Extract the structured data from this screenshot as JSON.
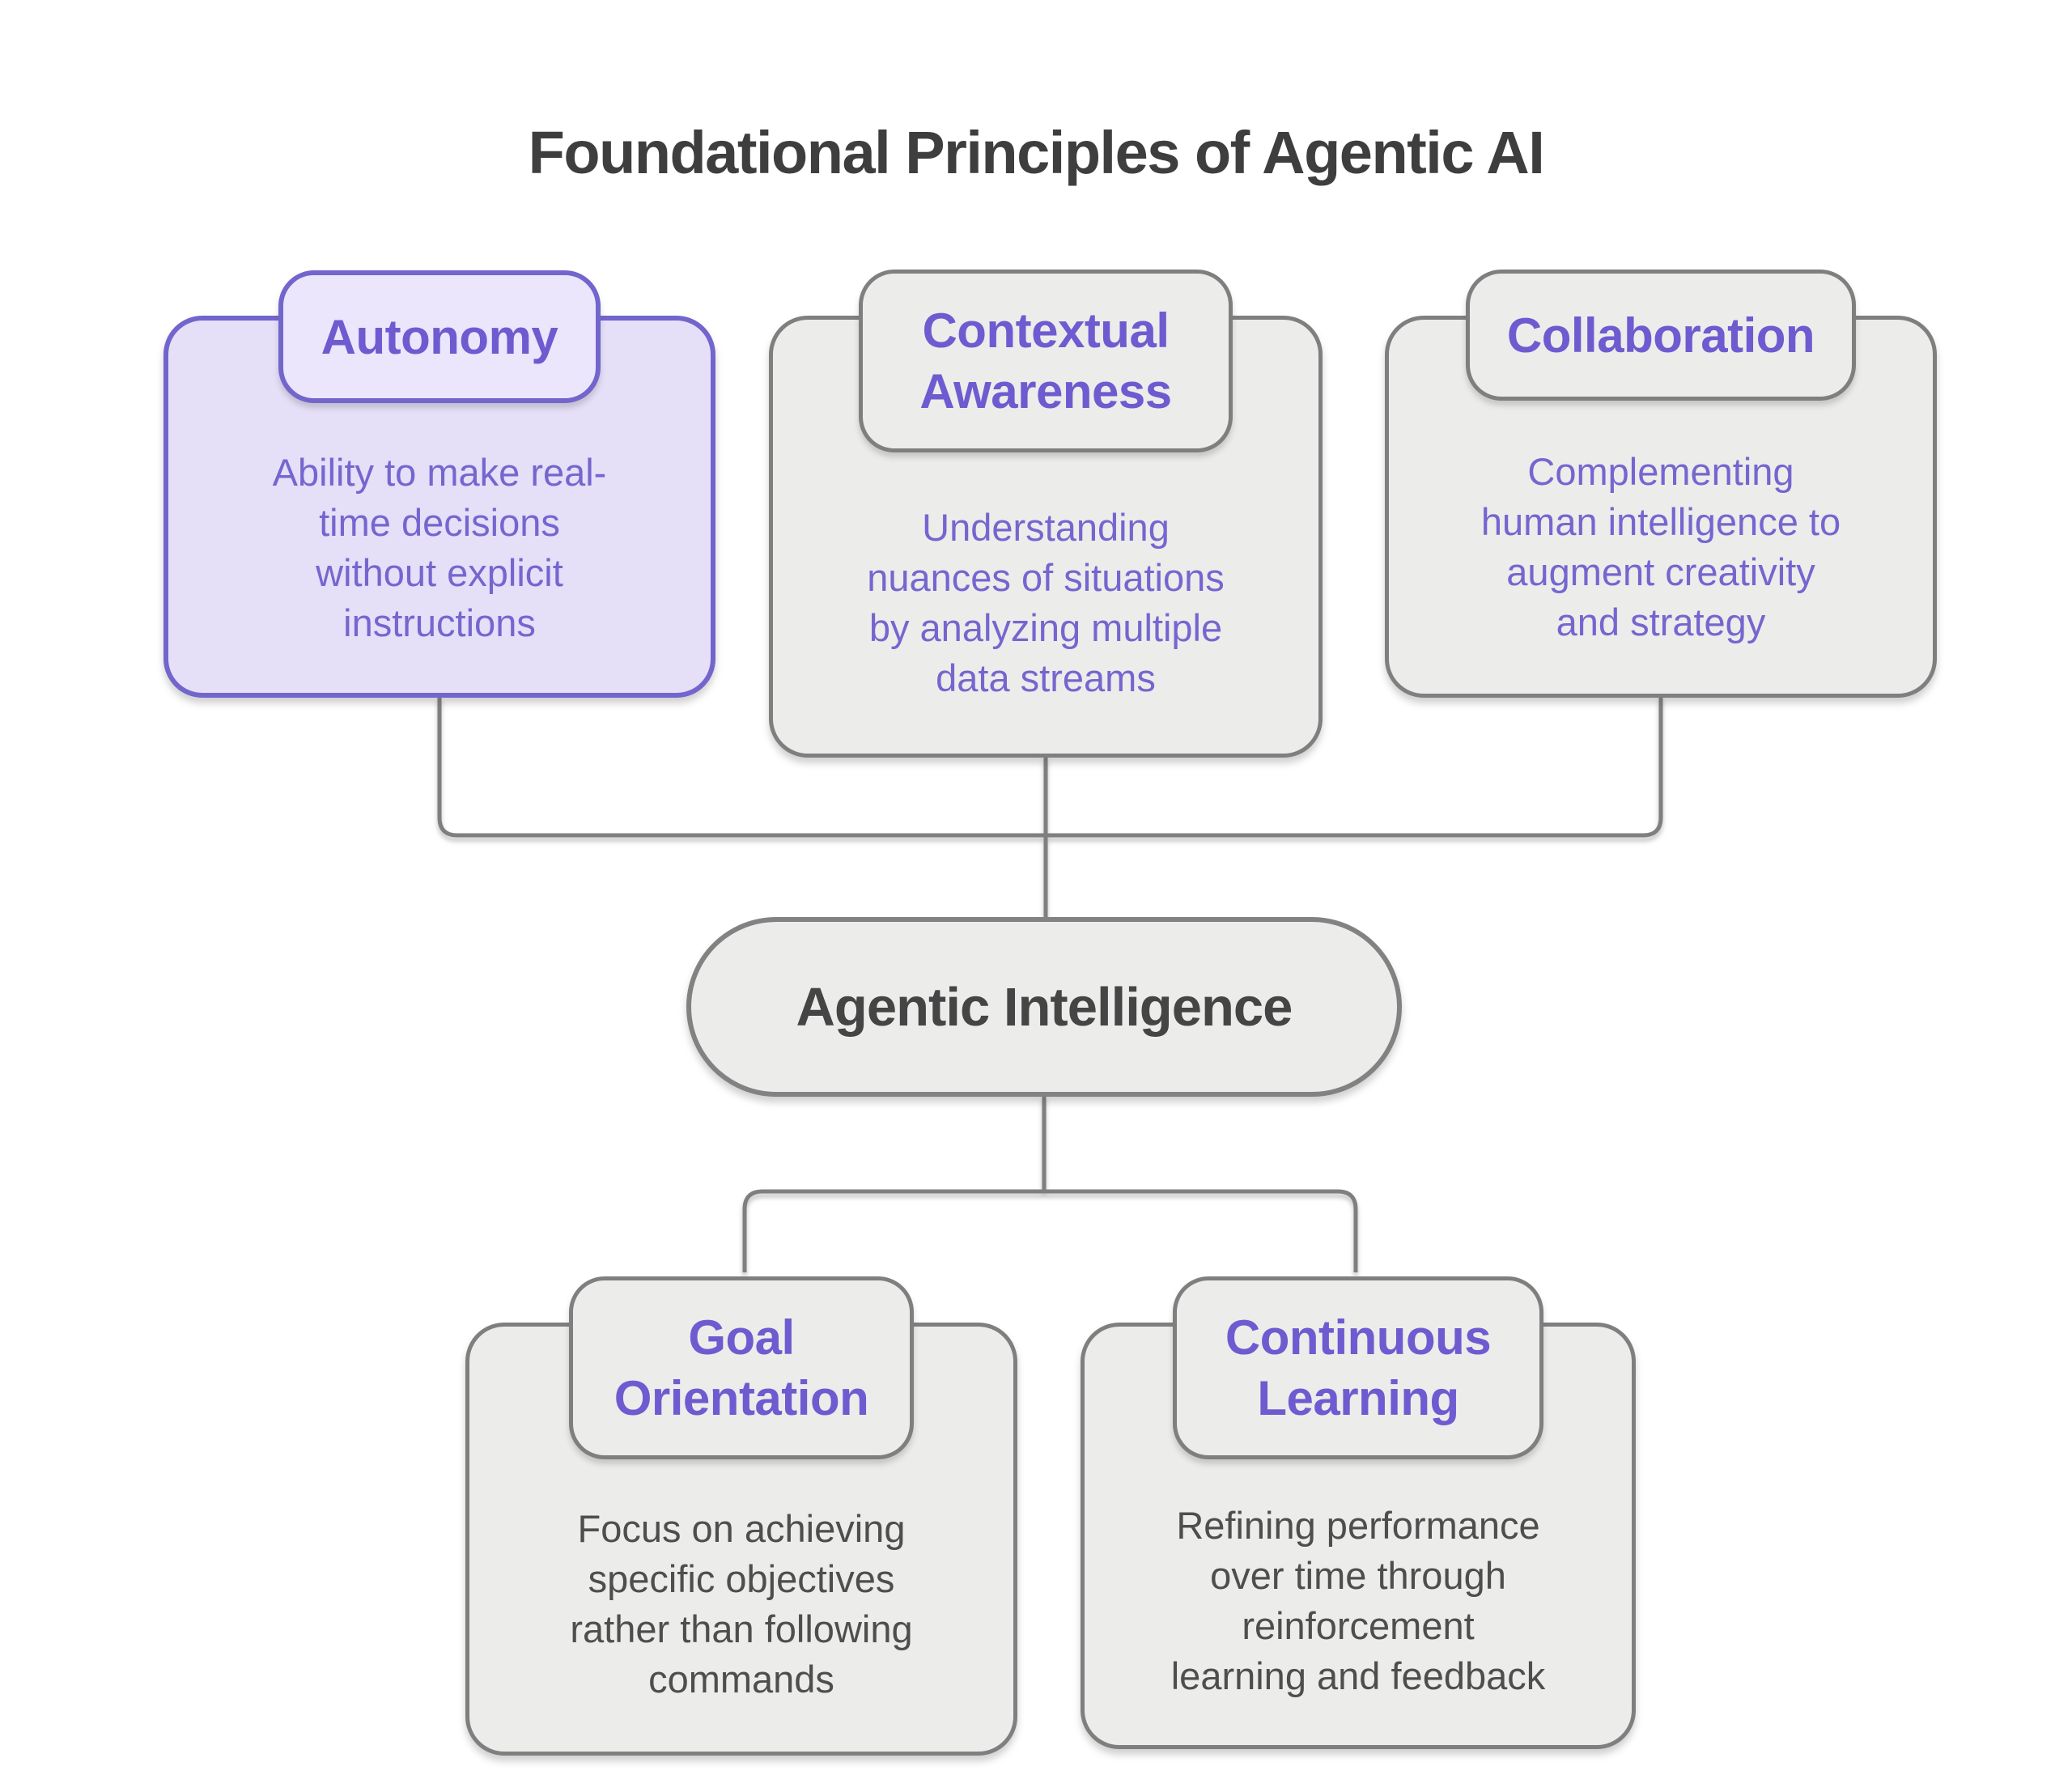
{
  "page": {
    "title": "Foundational Principles of Agentic AI",
    "background": "#ffffff"
  },
  "colors": {
    "title_text": "#3e3e3e",
    "purple_border": "#7265cc",
    "purple_box_fill": "#e5dff8",
    "purple_tab_fill": "#ebe6fc",
    "purple_heading_text": "#6e5bd0",
    "purple_body_text": "#7566cf",
    "gray_border": "#7f7f7f",
    "gray_fill": "#ececeb",
    "dark_body_text": "#4e4e4e",
    "connector": "#7f7f7f"
  },
  "nodes": {
    "autonomy": {
      "title": "Autonomy",
      "description": "Ability to make real-\ntime decisions\nwithout explicit\ninstructions",
      "highlighted": true
    },
    "contextual_awareness": {
      "title": "Contextual\nAwareness",
      "description": "Understanding\nnuances of situations\nby analyzing multiple\ndata streams",
      "highlighted": false
    },
    "collaboration": {
      "title": "Collaboration",
      "description": "Complementing\nhuman intelligence to\naugment creativity\nand strategy",
      "highlighted": false
    },
    "agentic_intelligence": {
      "title": "Agentic Intelligence"
    },
    "goal_orientation": {
      "title": "Goal\nOrientation",
      "description": "Focus on achieving\nspecific objectives\nrather than following\ncommands",
      "highlighted": false
    },
    "continuous_learning": {
      "title": "Continuous\nLearning",
      "description": "Refining performance\nover time through\nreinforcement\nlearning and feedback",
      "highlighted": false
    }
  },
  "edges": [
    {
      "from": "Autonomy",
      "to": "Agentic Intelligence"
    },
    {
      "from": "Contextual Awareness",
      "to": "Agentic Intelligence"
    },
    {
      "from": "Collaboration",
      "to": "Agentic Intelligence"
    },
    {
      "from": "Agentic Intelligence",
      "to": "Goal Orientation"
    },
    {
      "from": "Agentic Intelligence",
      "to": "Continuous Learning"
    }
  ]
}
